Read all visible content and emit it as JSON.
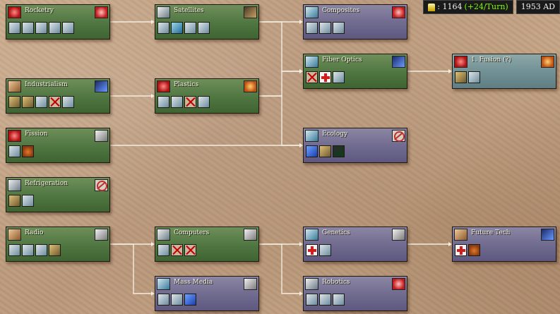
{
  "status_bar": {
    "gold": ": 1164",
    "rate": "(+24/Turn)",
    "year": "1953 AD"
  },
  "techs": [
    {
      "id": "rocketry",
      "name": "Rocketry",
      "color": "green",
      "icon": "rocket-icon",
      "badge": "b-red",
      "unlocks": [
        "u-unit",
        "u-unit",
        "u-unit",
        "u-unit",
        "u-unit"
      ]
    },
    {
      "id": "satellites",
      "name": "Satellites",
      "color": "green",
      "icon": "satellite-icon",
      "badge": "b-dark",
      "unlocks": [
        "u-unit",
        "u-bonus",
        "u-unit",
        "u-unit"
      ]
    },
    {
      "id": "composites",
      "name": "Composites",
      "color": "purple",
      "icon": "composites-icon",
      "badge": "b-red",
      "unlocks": [
        "u-unit",
        "u-unit",
        "u-unit"
      ]
    },
    {
      "id": "fiber-optics",
      "name": "Fiber Optics",
      "color": "green",
      "icon": "fiber-optics-icon",
      "badge": "b-blue",
      "unlocks": [
        "u-none",
        "u-red",
        "u-unit"
      ]
    },
    {
      "id": "fusion-1",
      "name": "1. Fusion (?)",
      "color": "teal",
      "icon": "fusion-icon",
      "badge": "b-orange",
      "unlocks": [
        "u-build",
        "u-unit"
      ]
    },
    {
      "id": "industrialism",
      "name": "Industrialism",
      "color": "green",
      "icon": "industrialism-icon",
      "badge": "b-blue",
      "unlocks": [
        "u-build",
        "u-build",
        "u-unit",
        "u-none",
        "u-unit"
      ]
    },
    {
      "id": "plastics",
      "name": "Plastics",
      "color": "green",
      "icon": "plastics-icon",
      "badge": "b-orange",
      "unlocks": [
        "u-unit",
        "u-unit",
        "u-none",
        "u-unit"
      ]
    },
    {
      "id": "fission",
      "name": "Fission",
      "color": "green",
      "icon": "fission-icon",
      "badge": "b-gray",
      "unlocks": [
        "u-unit",
        "u-food"
      ]
    },
    {
      "id": "ecology",
      "name": "Ecology",
      "color": "purple",
      "icon": "ecology-icon",
      "badge": "b-circle",
      "unlocks": [
        "u-blue",
        "u-build",
        "u-green"
      ]
    },
    {
      "id": "refrigeration",
      "name": "Refrigeration",
      "color": "green",
      "icon": "refrigeration-icon",
      "badge": "b-circle",
      "unlocks": [
        "u-build",
        "u-unit"
      ]
    },
    {
      "id": "radio",
      "name": "Radio",
      "color": "green",
      "icon": "radio-icon",
      "badge": "b-gray",
      "unlocks": [
        "u-unit",
        "u-unit",
        "u-unit",
        "u-build"
      ]
    },
    {
      "id": "computers",
      "name": "Computers",
      "color": "green",
      "icon": "computers-icon",
      "badge": "b-gray",
      "unlocks": [
        "u-unit",
        "u-none",
        "u-none"
      ]
    },
    {
      "id": "genetics",
      "name": "Genetics",
      "color": "purple",
      "icon": "genetics-icon",
      "badge": "b-gray",
      "unlocks": [
        "u-red",
        "u-unit"
      ]
    },
    {
      "id": "future-tech",
      "name": "Future Tech",
      "color": "purple",
      "icon": "future-tech-icon",
      "badge": "b-blue",
      "unlocks": [
        "u-red",
        "u-food"
      ]
    },
    {
      "id": "mass-media",
      "name": "Mass Media",
      "color": "purple",
      "icon": "mass-media-icon",
      "badge": "b-gray",
      "unlocks": [
        "u-unit",
        "u-unit",
        "u-blue"
      ]
    },
    {
      "id": "robotics",
      "name": "Robotics",
      "color": "purple",
      "icon": "robotics-icon",
      "badge": "b-red",
      "unlocks": [
        "u-unit",
        "u-unit",
        "u-unit"
      ]
    }
  ],
  "links": [
    [
      "rocketry",
      "satellites"
    ],
    [
      "satellites",
      "composites"
    ],
    [
      "satellites",
      "fiber-optics"
    ],
    [
      "fiber-optics",
      "fusion-1"
    ],
    [
      "industrialism",
      "plastics"
    ],
    [
      "plastics",
      "fiber-optics"
    ],
    [
      "plastics",
      "ecology"
    ],
    [
      "fission",
      "ecology"
    ],
    [
      "radio",
      "computers"
    ],
    [
      "radio",
      "mass-media"
    ],
    [
      "computers",
      "genetics"
    ],
    [
      "computers",
      "robotics"
    ],
    [
      "genetics",
      "future-tech"
    ]
  ]
}
